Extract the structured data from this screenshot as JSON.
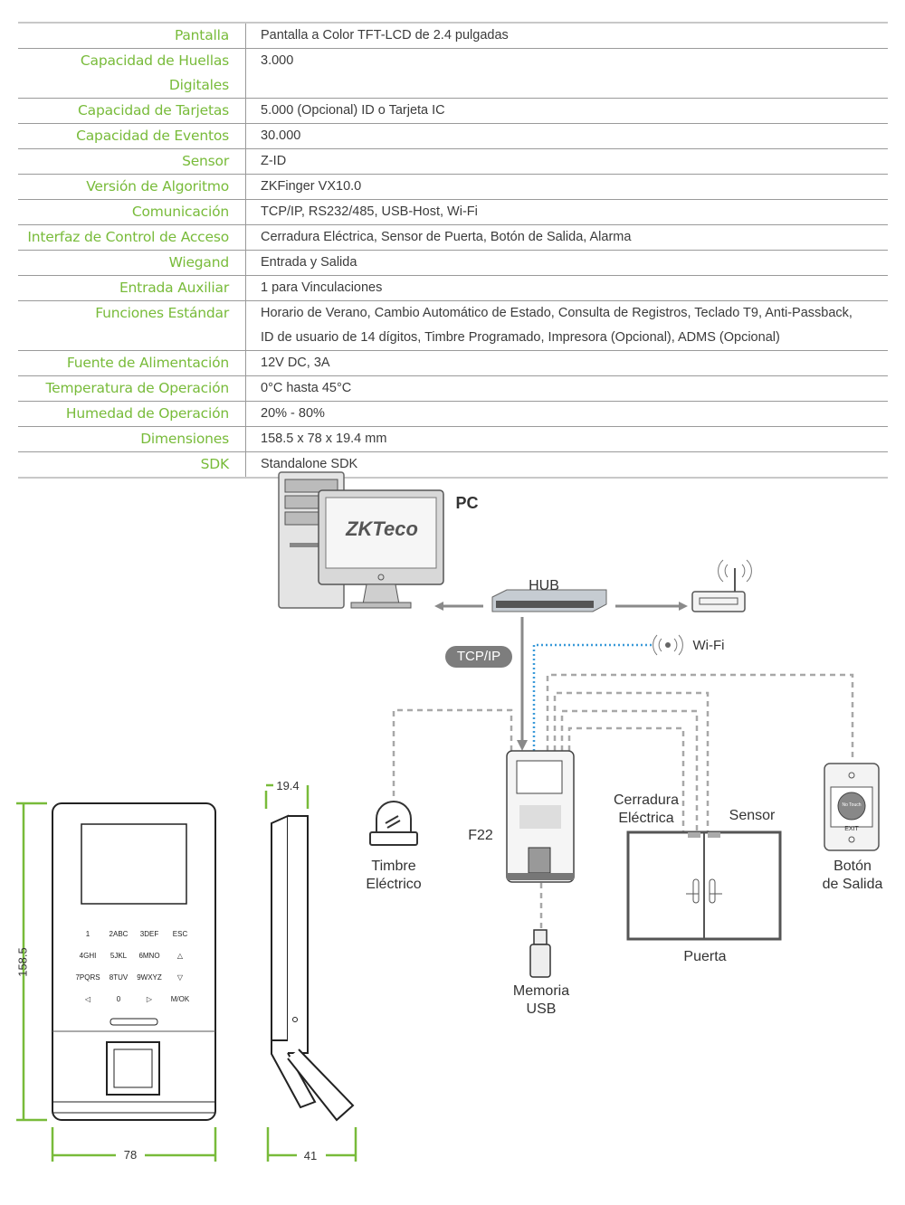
{
  "specs": {
    "rows": [
      {
        "label": "Pantalla",
        "value": "Pantalla a Color TFT-LCD de 2.4 pulgadas"
      },
      {
        "label": "Capacidad de Huellas Digitales",
        "value": "3.000"
      },
      {
        "label": "Capacidad de Tarjetas",
        "value": "5.000 (Opcional) ID o Tarjeta IC"
      },
      {
        "label": "Capacidad  de Eventos",
        "value": "30.000"
      },
      {
        "label": "Sensor",
        "value": "Z-ID"
      },
      {
        "label": "Versión de Algoritmo",
        "value": "ZKFinger VX10.0"
      },
      {
        "label": "Comunicación",
        "value": "TCP/IP, RS232/485, USB-Host, Wi-Fi"
      },
      {
        "label": "Interfaz de Control de Acceso",
        "value": "Cerradura Eléctrica, Sensor de Puerta, Botón de Salida, Alarma"
      },
      {
        "label": "Wiegand",
        "value": "Entrada y Salida"
      },
      {
        "label": "Entrada Auxiliar",
        "value": "1 para Vinculaciones"
      },
      {
        "label": "Funciones Estándar",
        "value": "Horario de Verano, Cambio Automático de Estado, Consulta de Registros, Teclado T9, Anti-Passback,",
        "value2": "ID de usuario de 14 dígitos, Timbre Programado, Impresora (Opcional), ADMS (Opcional)"
      },
      {
        "label": "Fuente de Alimentación",
        "value": "12V DC, 3A"
      },
      {
        "label": "Temperatura de Operación",
        "value": "0°C hasta 45°C"
      },
      {
        "label": "Humedad de Operación",
        "value": "20% - 80%"
      },
      {
        "label": "Dimensiones",
        "value": "158.5 x 78 x 19.4 mm"
      },
      {
        "label": "SDK",
        "value": "Standalone SDK"
      }
    ]
  },
  "diagram": {
    "pc": "PC",
    "logo": "ZKTeco",
    "hub": "HUB",
    "tcpip": "TCP/IP",
    "wifi": "Wi-Fi",
    "device": "F22",
    "bell1": "Timbre",
    "bell2": "Eléctrico",
    "lock1": "Cerradura",
    "lock2": "Eléctrica",
    "sensor": "Sensor",
    "door": "Puerta",
    "usb1": "Memoria",
    "usb2": "USB",
    "exit1": "Botón",
    "exit2": "de Salida",
    "exit_button_text": "EXIT",
    "exit_button_small": "No Touch"
  },
  "device_drawing": {
    "height": "158.5",
    "width": "78",
    "depth": "19.4",
    "depth_tilted": "41",
    "keys": [
      "1",
      "2ABC",
      "3DEF",
      "ESC",
      "4GHI",
      "5JKL",
      "6MNO",
      "△",
      "7PQRS",
      "8TUV",
      "9WXYZ",
      "▽",
      "◁",
      "0",
      "▷",
      "M/OK"
    ]
  },
  "colors": {
    "accent": "#78bb3a",
    "wifi_line": "#3a9ad9",
    "dash": "#a8a8a8"
  }
}
